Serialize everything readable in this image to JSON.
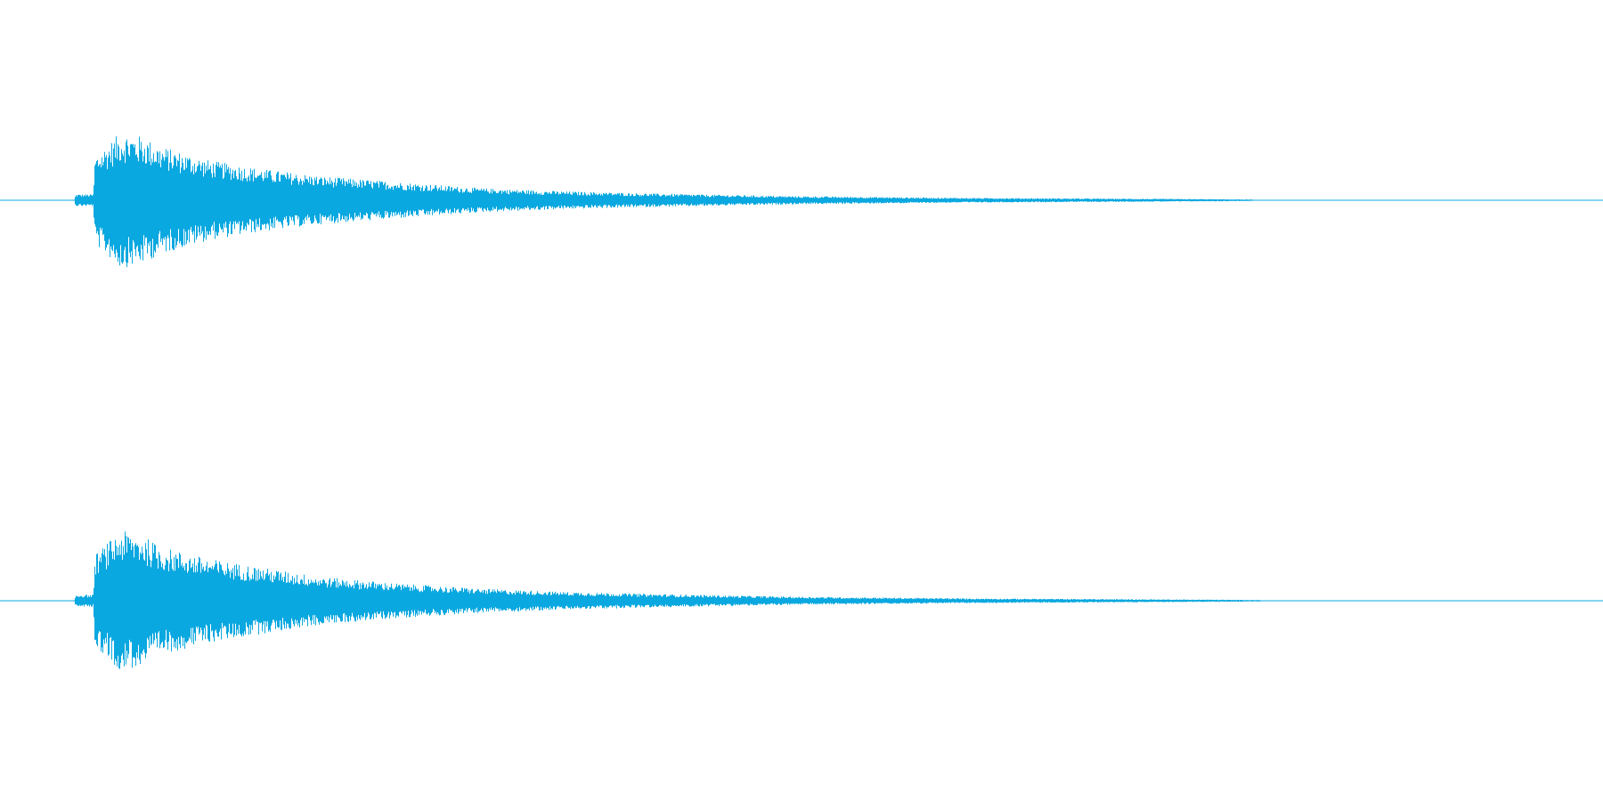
{
  "colors": {
    "background": "#ffffff",
    "waveform": "#0aa8e0"
  },
  "chart_data": {
    "type": "area",
    "title": "",
    "xlabel": "",
    "ylabel": "",
    "x_range": [
      0,
      1
    ],
    "ylim": [
      -1,
      1
    ],
    "grid": false,
    "legend": "none",
    "series": [
      {
        "x": [
          0.0,
          0.046,
          0.047,
          0.058,
          0.059,
          0.075,
          0.088,
          0.1,
          0.13,
          0.16,
          0.2,
          0.25,
          0.3,
          0.35,
          0.4,
          0.45,
          0.5,
          0.55,
          0.6,
          0.65,
          0.7,
          0.75,
          0.78,
          0.785,
          1.0
        ],
        "envelope": [
          0.0,
          0.0,
          0.03,
          0.03,
          0.22,
          0.34,
          0.32,
          0.27,
          0.2,
          0.16,
          0.12,
          0.09,
          0.06,
          0.045,
          0.035,
          0.027,
          0.02,
          0.016,
          0.012,
          0.01,
          0.008,
          0.006,
          0.004,
          0.0,
          0.0
        ]
      },
      {
        "x": [
          0.0,
          0.046,
          0.047,
          0.058,
          0.059,
          0.075,
          0.088,
          0.1,
          0.13,
          0.16,
          0.2,
          0.25,
          0.3,
          0.35,
          0.4,
          0.45,
          0.5,
          0.55,
          0.6,
          0.65,
          0.7,
          0.75,
          0.785,
          0.79,
          1.0
        ],
        "envelope": [
          0.0,
          0.0,
          0.03,
          0.03,
          0.23,
          0.35,
          0.33,
          0.27,
          0.21,
          0.17,
          0.12,
          0.085,
          0.06,
          0.045,
          0.035,
          0.027,
          0.02,
          0.016,
          0.012,
          0.01,
          0.008,
          0.006,
          0.004,
          0.0,
          0.0
        ]
      }
    ]
  }
}
